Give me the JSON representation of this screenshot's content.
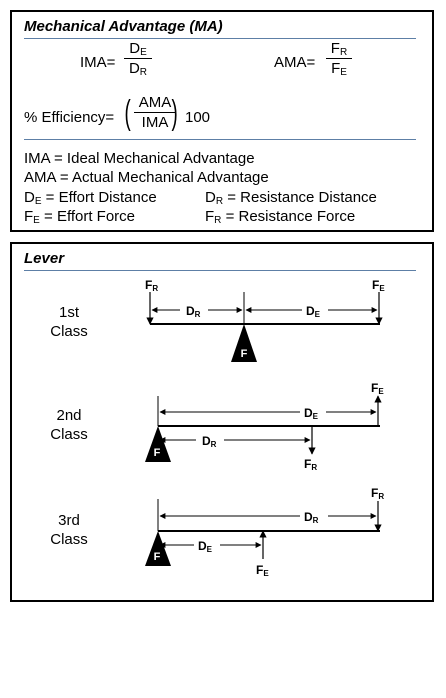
{
  "ma_panel": {
    "title": "Mechanical Advantage (MA)",
    "ima_label": "IMA=",
    "ima_num": "D",
    "ima_num_sub": "E",
    "ima_den": "D",
    "ima_den_sub": "R",
    "ama_label": "AMA=",
    "ama_num": "F",
    "ama_num_sub": "R",
    "ama_den": "F",
    "ama_den_sub": "E",
    "eff_label": "% Efficiency=",
    "eff_num": "AMA",
    "eff_den": "IMA",
    "eff_factor": "100",
    "def_ima": "IMA = Ideal Mechanical Advantage",
    "def_ama": "AMA = Actual Mechanical Advantage",
    "de_sym": "D",
    "de_sub": "E",
    "de_text": " = Effort Distance",
    "dr_sym": "D",
    "dr_sub": "R",
    "dr_text": " = Resistance Distance",
    "fe_sym": "F",
    "fe_sub": "E",
    "fe_text": " = Effort Force",
    "fr_sym": "F",
    "fr_sub": "R",
    "fr_text": " = Resistance Force"
  },
  "lever_panel": {
    "title": "Lever",
    "classes": [
      {
        "line1": "1st",
        "line2": "Class"
      },
      {
        "line1": "2nd",
        "line2": "Class"
      },
      {
        "line1": "3rd",
        "line2": "Class"
      }
    ],
    "fulcrum_label": "F",
    "force_sym": "F",
    "dist_sym": "D",
    "sub_r": "R",
    "sub_e": "E"
  }
}
